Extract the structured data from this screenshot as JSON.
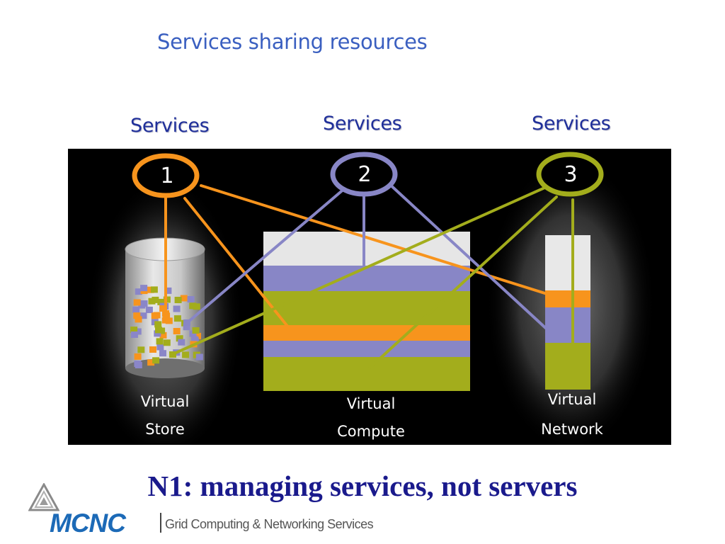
{
  "slide": {
    "title": "Services sharing resources",
    "headline": "N1:  managing services,  not servers"
  },
  "services": [
    {
      "label": "Services",
      "number": "1",
      "color": "#f7941d"
    },
    {
      "label": "Services",
      "number": "2",
      "color": "#8a86c8"
    },
    {
      "label": "Services",
      "number": "3",
      "color": "#a3ad1c"
    }
  ],
  "resources": {
    "store": {
      "line1": "Virtual",
      "line2": "Store"
    },
    "compute": {
      "line1": "Virtual",
      "line2": "Compute"
    },
    "network": {
      "line1": "Virtual",
      "line2": "Network"
    }
  },
  "logo": {
    "name": "MCNC",
    "tagline": "Grid Computing & Networking Services"
  }
}
